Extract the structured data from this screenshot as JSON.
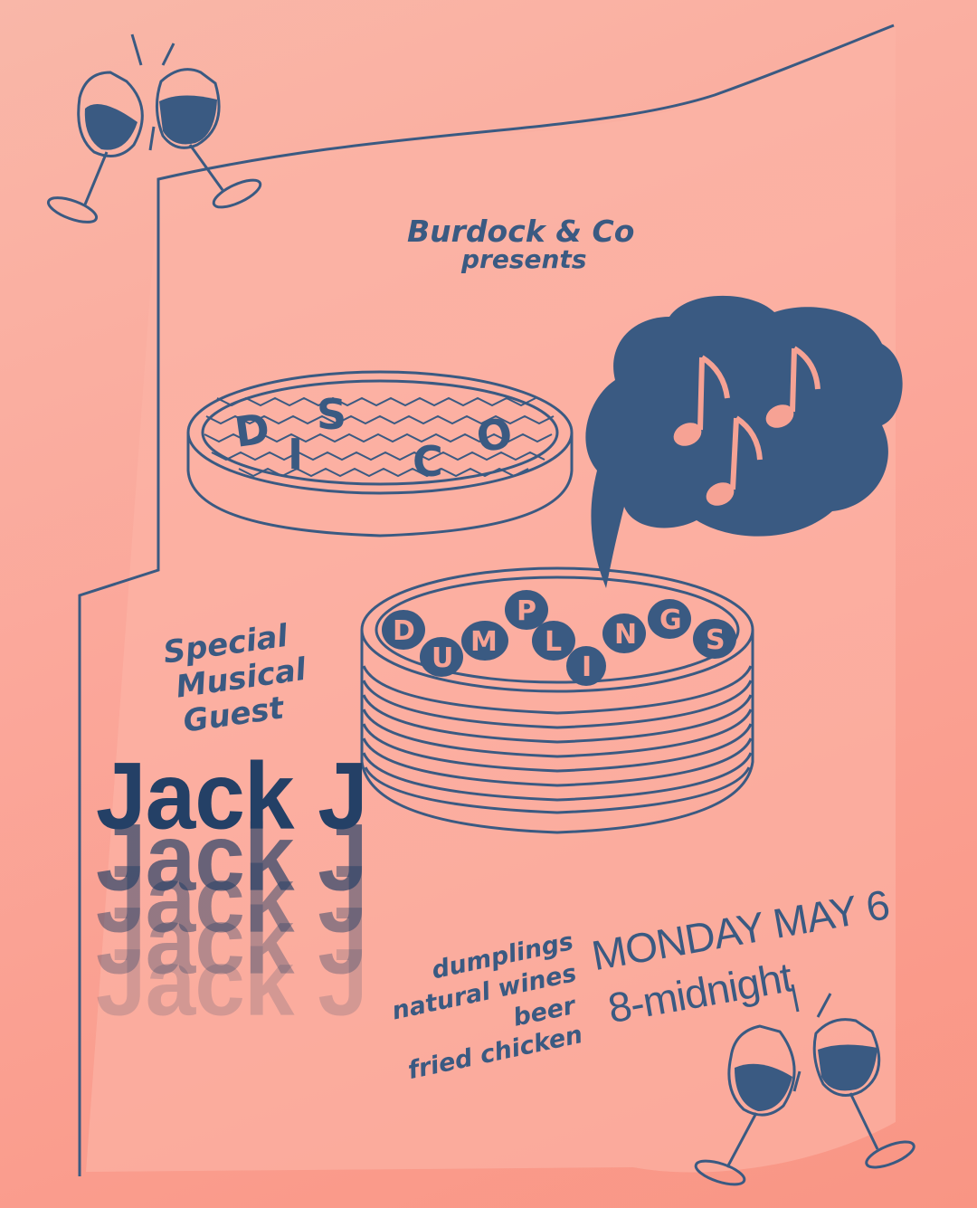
{
  "presenter": "Burdock & Co",
  "presents": "presents",
  "title_top": [
    "D",
    "I",
    "S",
    "C",
    "O"
  ],
  "title_bottom": [
    "D",
    "U",
    "M",
    "P",
    "L",
    "I",
    "N",
    "G",
    "S"
  ],
  "guest_label": [
    "Special",
    "Musical",
    "Guest"
  ],
  "artist": "Jack J",
  "menu": [
    "dumplings",
    "natural wines",
    "beer",
    "fried chicken"
  ],
  "date": "MONDAY MAY 6",
  "time": "8-midnight",
  "colors": {
    "navy": "#3a5a82",
    "dark_navy": "#244066",
    "background": "#f9a799"
  },
  "icons": [
    "wine-glasses-toast-icon",
    "music-notes-icon",
    "speech-bubble-icon",
    "steamer-basket-icon"
  ]
}
